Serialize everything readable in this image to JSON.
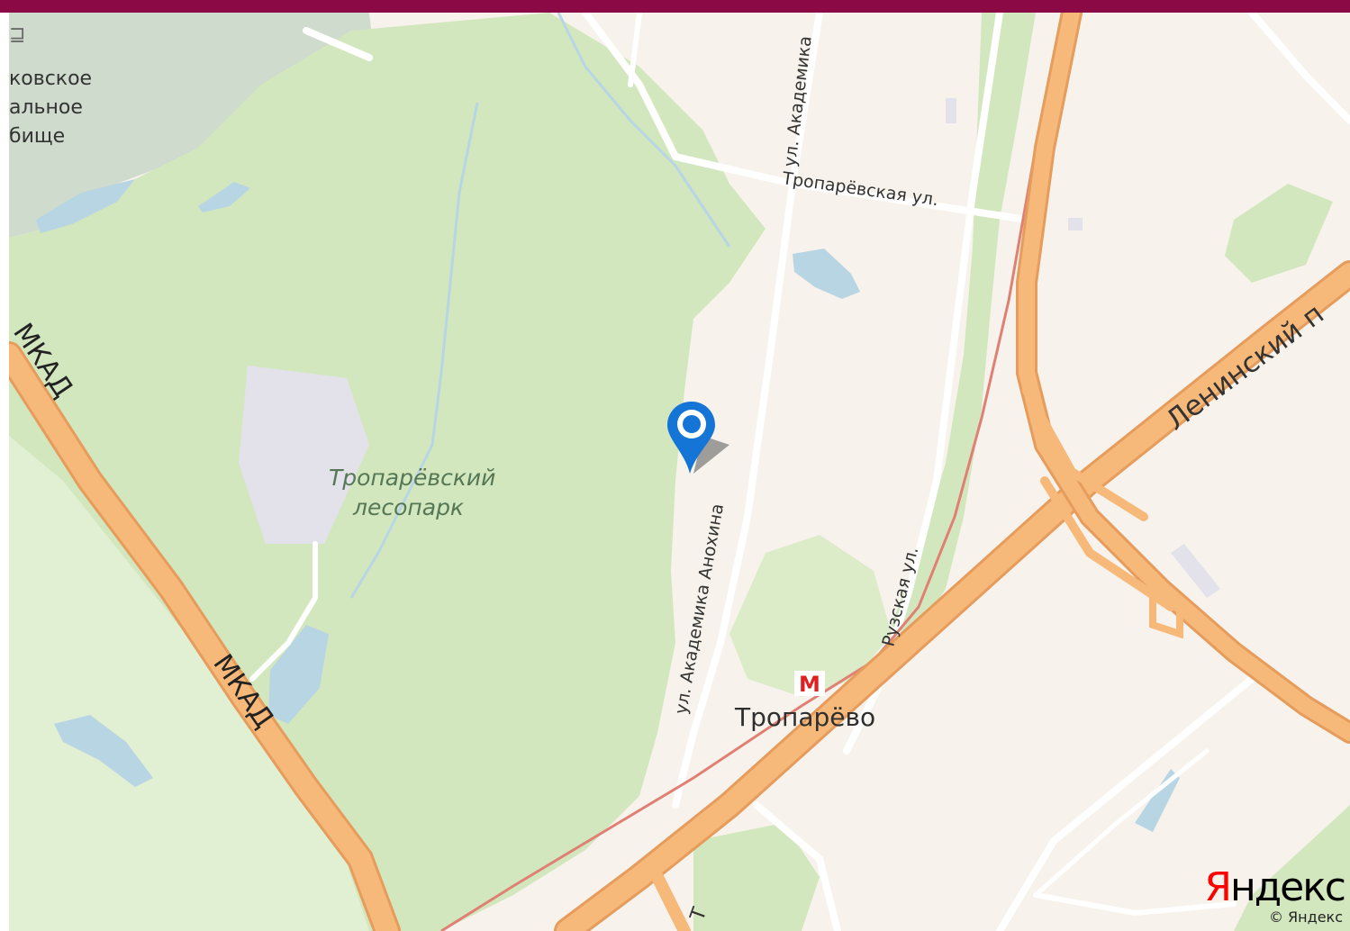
{
  "frame": {
    "border_color": "#8b0a45"
  },
  "map": {
    "colors": {
      "background": "#f7f3ec",
      "forest": "#d3e7bf",
      "forest_light": "#e1efd3",
      "cemetery": "#cfdccd",
      "water": "#b8d5e4",
      "highway": "#f6b97a",
      "highway_edge": "#e59c5c",
      "railway": "#e08074",
      "street": "#ffffff",
      "pin": "#1575d6"
    },
    "labels": {
      "cemetery": [
        "ковское",
        "альное",
        "бище"
      ],
      "park": [
        "Тропарёвский",
        "лесопарк"
      ],
      "mkad_upper": "МКАД",
      "mkad_lower": "МКАД",
      "street_akademika_top": "ул. Академика",
      "street_troparevskaya": "Тропарёвская ул.",
      "street_anokhina": "ул. Академика Анохина",
      "street_ruzskaya": "Рузская ул.",
      "leninsky": "Ленинский п",
      "bottom_road": "Т",
      "metro_station": "Тропарёво",
      "metro_symbol": "М"
    },
    "icons": {
      "pin": "location-pin-icon",
      "metro": "metro-icon",
      "zoom": "zoom-icon"
    },
    "zoom_glyph": "⊒"
  },
  "attribution": {
    "logo_first": "Я",
    "logo_rest": "ндекс",
    "copyright": "© Яндекс"
  }
}
